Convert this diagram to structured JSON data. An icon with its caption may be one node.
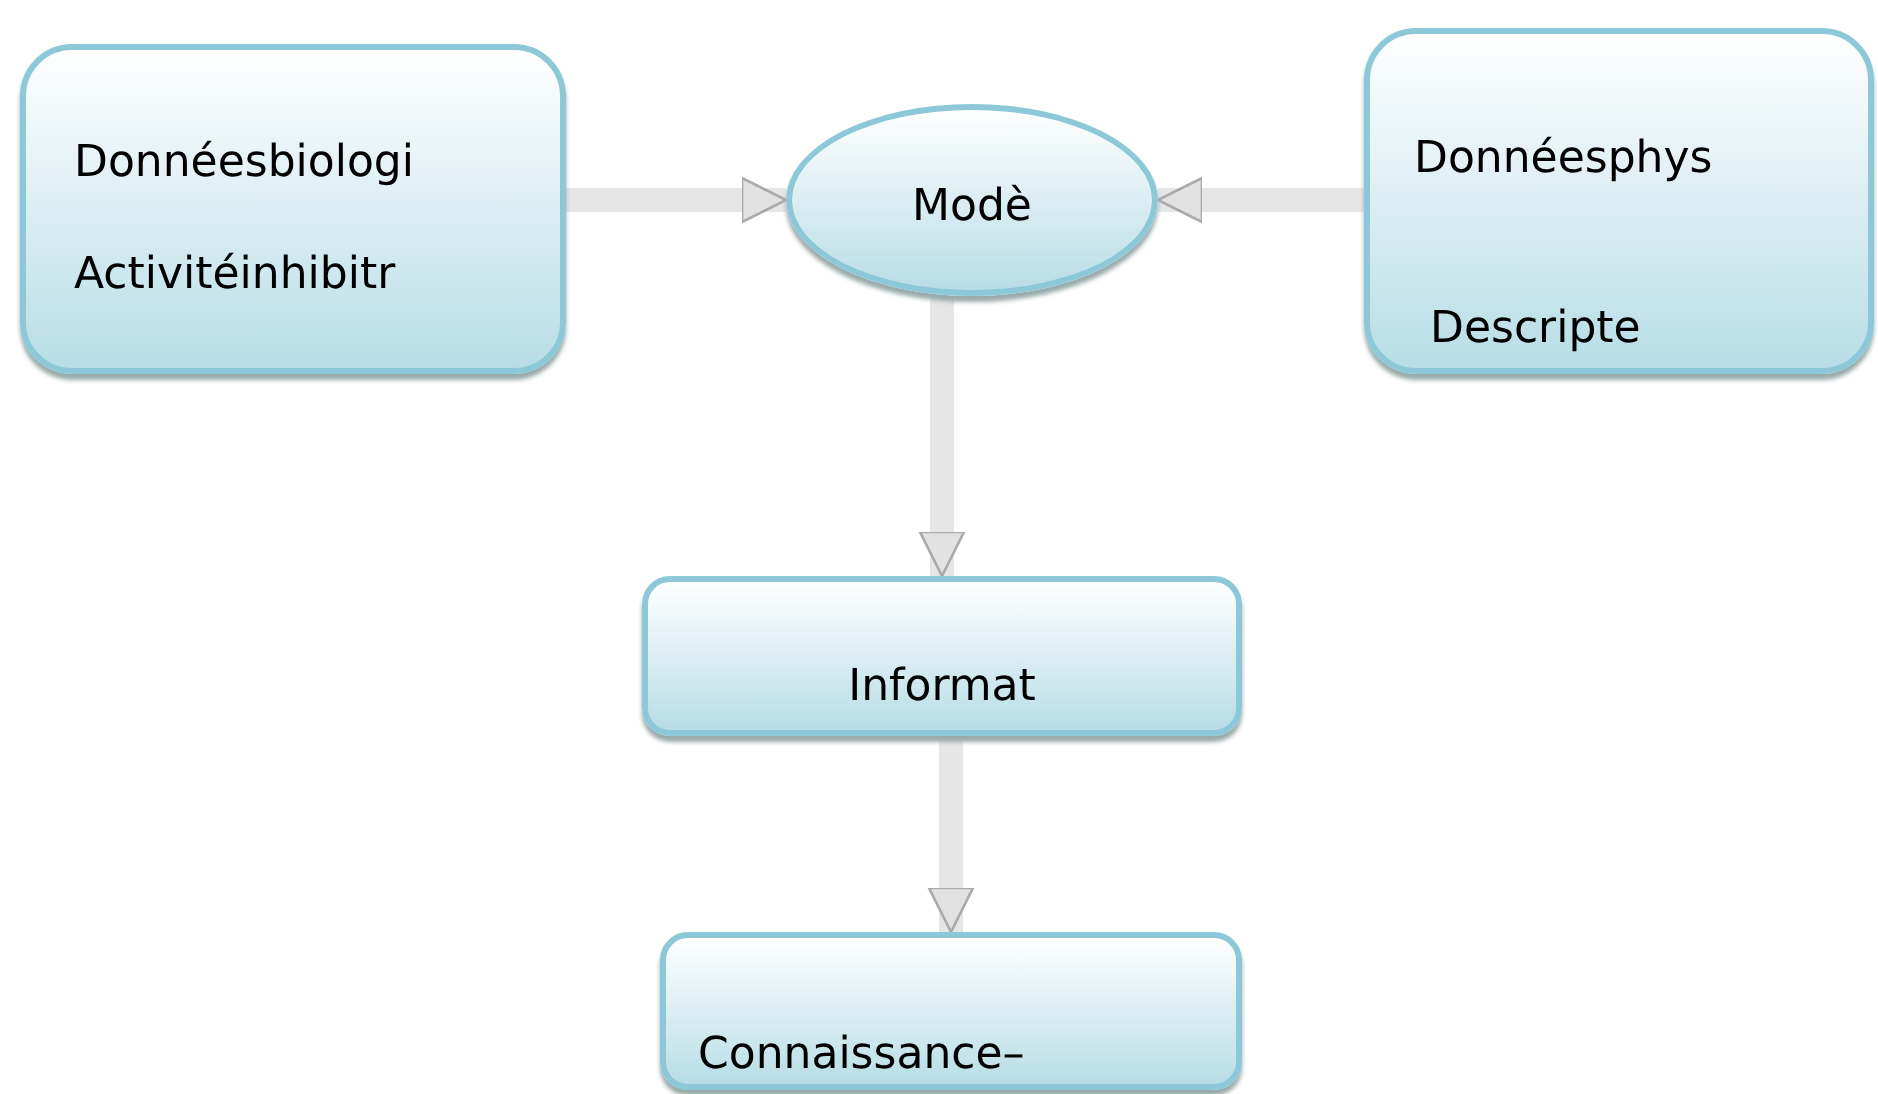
{
  "diagram": {
    "nodes": [
      {
        "text": [
          "Donnéesbiologi",
          "Activitéinhibitr"
        ]
      },
      {
        "text": [
          "Modè"
        ]
      },
      {
        "text": [
          "Donnéesphys",
          "Descripte"
        ]
      },
      {
        "text": [
          "Informat"
        ]
      },
      {
        "text": [
          "Connaissance–"
        ]
      }
    ],
    "edges": [
      {
        "from": 0,
        "to": 1,
        "arrow": "to"
      },
      {
        "from": 2,
        "to": 1,
        "arrow": "to"
      },
      {
        "from": 1,
        "to": 3,
        "arrow": "to"
      },
      {
        "from": 3,
        "to": 4,
        "arrow": "to"
      }
    ]
  }
}
